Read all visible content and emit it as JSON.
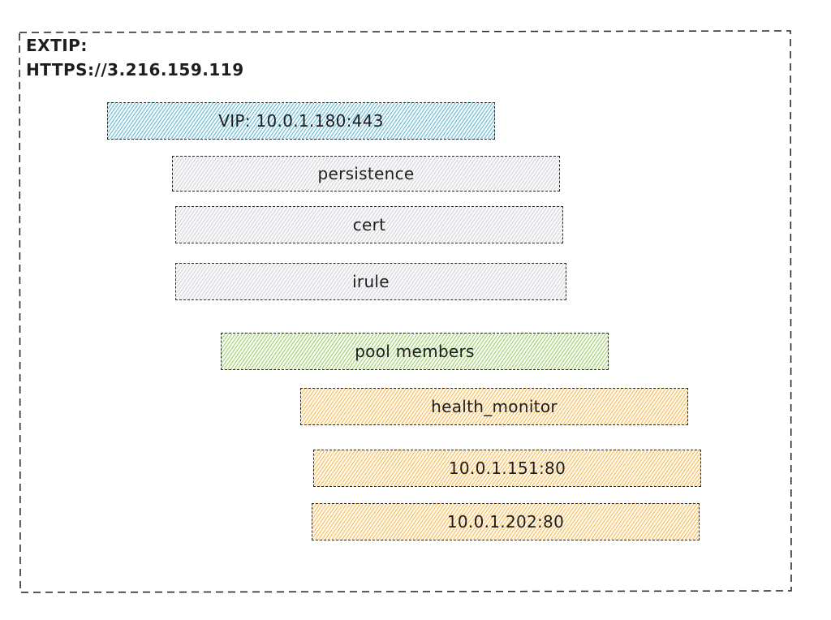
{
  "external": {
    "label": "EXTIP:",
    "address": "HTTPS://3.216.159.119"
  },
  "colors": {
    "vip": "#4dabc7",
    "config": "#c8ccd2",
    "pool": "#8cc454",
    "member": "#f3af40",
    "stroke": "#1e1e1e"
  },
  "boxes": {
    "vip": "VIP: 10.0.1.180:443",
    "persistence": "persistence",
    "cert": "cert",
    "irule": "irule",
    "pool_members": "pool members",
    "health_monitor": "health_monitor",
    "member_1": "10.0.1.151:80",
    "member_2": "10.0.1.202:80"
  }
}
